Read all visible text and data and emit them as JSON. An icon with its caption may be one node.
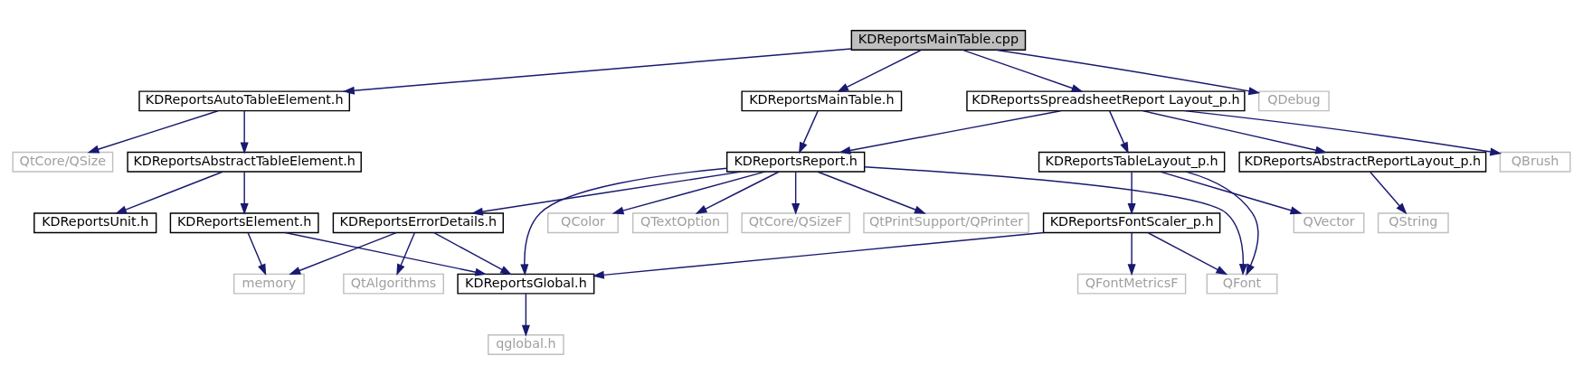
{
  "diagram": {
    "nodes": [
      {
        "text": [
          "KDReportsMainTable.cpp"
        ]
      },
      {
        "text": [
          "KDReportsAutoTableElement.h"
        ]
      },
      {
        "text": [
          "KDReportsMainTable.h"
        ]
      },
      {
        "text": [
          "KDReportsSpreadsheetReport Layout_p.h"
        ]
      },
      {
        "text": [
          "QDebug"
        ]
      },
      {
        "text": [
          "QtCore/QSize"
        ]
      },
      {
        "text": [
          "KDReportsAbstractTableElement.h"
        ]
      },
      {
        "text": [
          "KDReportsReport.h"
        ]
      },
      {
        "text": [
          "KDReportsTableLayout_p.h"
        ]
      },
      {
        "text": [
          "KDReportsAbstractReportLayout_p.h"
        ]
      },
      {
        "text": [
          "QBrush"
        ]
      },
      {
        "text": [
          "KDReportsUnit.h"
        ]
      },
      {
        "text": [
          "KDReportsElement.h"
        ]
      },
      {
        "text": [
          "KDReportsErrorDetails.h"
        ]
      },
      {
        "text": [
          "QColor"
        ]
      },
      {
        "text": [
          "QTextOption"
        ]
      },
      {
        "text": [
          "QtCore/QSizeF"
        ]
      },
      {
        "text": [
          "QtPrintSupport/QPrinter"
        ]
      },
      {
        "text": [
          "KDReportsFontScaler_p.h"
        ]
      },
      {
        "text": [
          "QVector"
        ]
      },
      {
        "text": [
          "QString"
        ]
      },
      {
        "text": [
          "memory"
        ]
      },
      {
        "text": [
          "QtAlgorithms"
        ]
      },
      {
        "text": [
          "KDReportsGlobal.h"
        ]
      },
      {
        "text": [
          "QFontMetricsF"
        ]
      },
      {
        "text": [
          "QFont"
        ]
      },
      {
        "text": [
          "qglobal.h"
        ]
      }
    ],
    "edges": [
      {
        "from": 0,
        "to": 1,
        "arrow": "to"
      },
      {
        "from": 0,
        "to": 2,
        "arrow": "to"
      },
      {
        "from": 0,
        "to": 3,
        "arrow": "to"
      },
      {
        "from": 0,
        "to": 4,
        "arrow": "to"
      },
      {
        "from": 1,
        "to": 5,
        "arrow": "to"
      },
      {
        "from": 1,
        "to": 6,
        "arrow": "to"
      },
      {
        "from": 2,
        "to": 7,
        "arrow": "to"
      },
      {
        "from": 3,
        "to": 7,
        "arrow": "to"
      },
      {
        "from": 3,
        "to": 8,
        "arrow": "to"
      },
      {
        "from": 3,
        "to": 9,
        "arrow": "to"
      },
      {
        "from": 3,
        "to": 10,
        "arrow": "to"
      },
      {
        "from": 6,
        "to": 11,
        "arrow": "to"
      },
      {
        "from": 6,
        "to": 12,
        "arrow": "to"
      },
      {
        "from": 7,
        "to": 13,
        "arrow": "to"
      },
      {
        "from": 7,
        "to": 23,
        "arrow": "to"
      },
      {
        "from": 7,
        "to": 14,
        "arrow": "to"
      },
      {
        "from": 7,
        "to": 15,
        "arrow": "to"
      },
      {
        "from": 7,
        "to": 16,
        "arrow": "to"
      },
      {
        "from": 7,
        "to": 17,
        "arrow": "to"
      },
      {
        "from": 7,
        "to": 25,
        "arrow": "to"
      },
      {
        "from": 8,
        "to": 18,
        "arrow": "to"
      },
      {
        "from": 8,
        "to": 25,
        "arrow": "to"
      },
      {
        "from": 8,
        "to": 19,
        "arrow": "to"
      },
      {
        "from": 9,
        "to": 20,
        "arrow": "to"
      },
      {
        "from": 12,
        "to": 21,
        "arrow": "to"
      },
      {
        "from": 12,
        "to": 23,
        "arrow": "to"
      },
      {
        "from": 13,
        "to": 21,
        "arrow": "to"
      },
      {
        "from": 13,
        "to": 22,
        "arrow": "to"
      },
      {
        "from": 13,
        "to": 23,
        "arrow": "to"
      },
      {
        "from": 18,
        "to": 23,
        "arrow": "to"
      },
      {
        "from": 18,
        "to": 24,
        "arrow": "to"
      },
      {
        "from": 18,
        "to": 25,
        "arrow": "to"
      },
      {
        "from": 23,
        "to": 26,
        "arrow": "to"
      }
    ]
  }
}
